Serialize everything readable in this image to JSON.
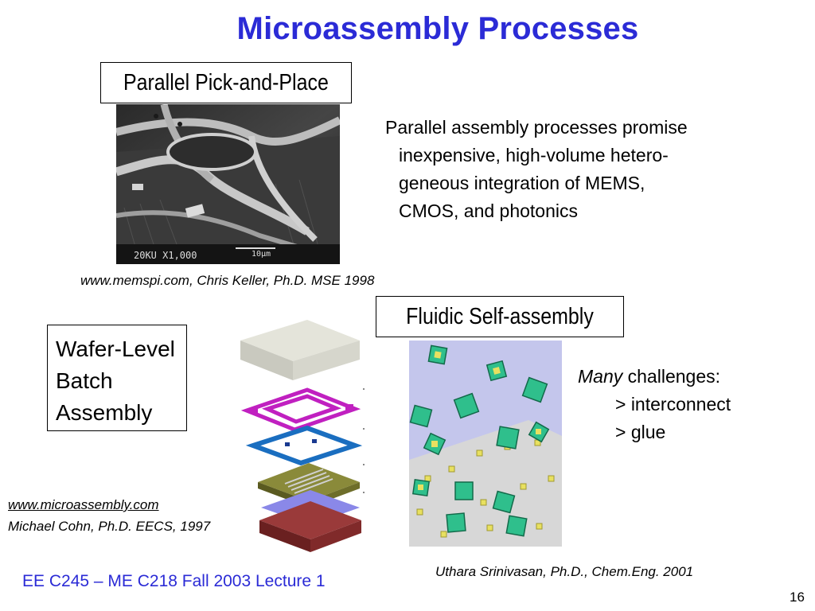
{
  "slide": {
    "title": "Microassembly Processes",
    "labels": {
      "pick_place": "Parallel Pick-and-Place",
      "fluidic": "Fluidic Self-assembly",
      "wafer_line1": "Wafer-Level",
      "wafer_line2": "Batch",
      "wafer_line3": "Assembly"
    },
    "body": {
      "parallel_l1": "Parallel assembly processes promise",
      "parallel_l2": "inexpensive, high-volume hetero-",
      "parallel_l3": "geneous integration of MEMS,",
      "parallel_l4": "CMOS, and photonics",
      "challenges_em": "Many",
      "challenges_rest": " challenges:",
      "challenge_1": "> interconnect",
      "challenge_2": "> glue"
    },
    "credits": {
      "memspi": "www.memspi.com, Chris Keller, Ph.D. MSE 1998",
      "microassembly_url": "www.microassembly.com",
      "cohn": "Michael Cohn, Ph.D. EECS, 1997",
      "srinivasan": "Uthara Srinivasan, Ph.D., Chem.Eng. 2001"
    },
    "sem_scale_text": "20KU   X1,000",
    "sem_scale_bar": "10μm",
    "footer": "EE C245 – ME C218 Fall 2003 Lecture 1",
    "page_number": "16"
  }
}
